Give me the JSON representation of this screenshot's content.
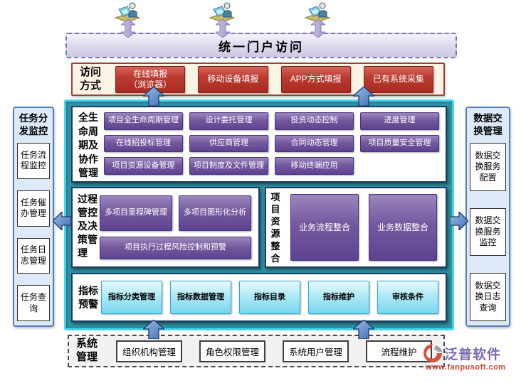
{
  "banner": {
    "title": "统一门户访问"
  },
  "access": {
    "label": "访问方式",
    "items": [
      "在线填报\n（浏览器）",
      "移动设备填报",
      "APP方式填报",
      "已有系统采集"
    ]
  },
  "lifecycle": {
    "label": "全生命周期及协作管理",
    "items": [
      "项目全生命周期管理",
      "设计委托管理",
      "投资动态控制",
      "进度管理",
      "在线招投标管理",
      "供应商管理",
      "合同动态管理",
      "项目质量安全管理",
      "项目资源设备管理",
      "项目制度及文件管理",
      "移动终端应用"
    ]
  },
  "process": {
    "label": "过程管控及决策管理",
    "items": [
      "多项目里程碑管理",
      "多项目图形化分析"
    ],
    "wide_item": "项目执行过程风险控制和预警"
  },
  "integration": {
    "label": "项目资源整合",
    "items": [
      "业务流程整合",
      "业务数据整合"
    ]
  },
  "indicators": {
    "label": "指标预警",
    "items": [
      "指标分类管理",
      "指标数据管理",
      "指标目录",
      "指标维护",
      "审核条件"
    ]
  },
  "system": {
    "label": "系统管理",
    "items": [
      "组织机构管理",
      "角色权限管理",
      "系统用户管理",
      "流程维护"
    ]
  },
  "left_sidebar": {
    "title": "任务分发监控",
    "items": [
      "任务流程监控",
      "任务催办管理",
      "任务日志管理",
      "任务查询"
    ]
  },
  "right_sidebar": {
    "title": "数据交换管理",
    "items": [
      "数据交换服务配置",
      "数据交换服务监控",
      "数据交换日志查询"
    ]
  },
  "logo": {
    "name": "泛普软件",
    "url": "www.fanpusoft.com"
  },
  "colors": {
    "teal_bg": "#2E93A5",
    "cyan_border": "#43D6EC",
    "purple_button": "#6C51A1",
    "red_button": "#B23327",
    "cyan_button": "#8ADFF0",
    "banner_bg": "#DAD5EC",
    "sidebar_bg": "#DEE9F7",
    "sidebar_border": "#4F81BD",
    "access_bg": "#FBF4E4",
    "access_border": "#9A4238",
    "arrow_blue": "#4472C4",
    "arrow_purple": "#B4A7D6",
    "logo_name_color": "#7B68B0",
    "logo_url_color": "#C9452F"
  }
}
